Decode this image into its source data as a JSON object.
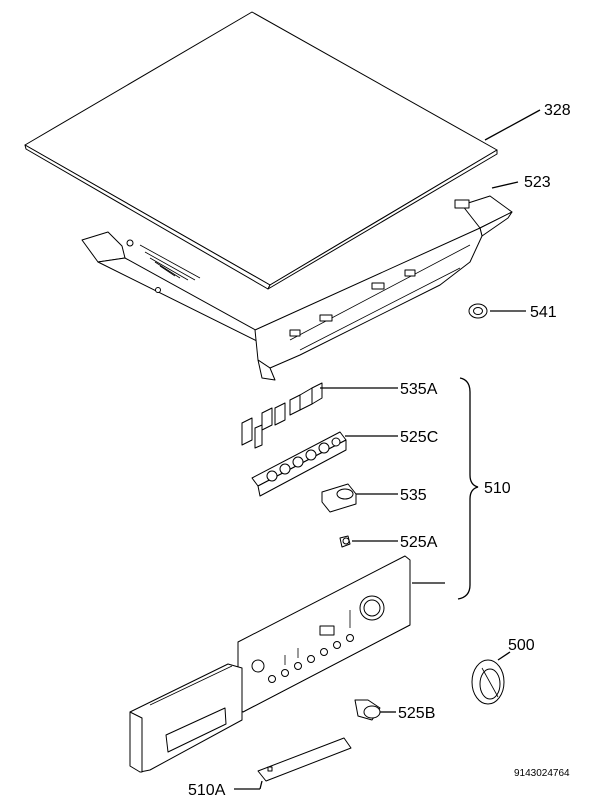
{
  "diagram": {
    "callouts": {
      "c328": "328",
      "c523": "523",
      "c541": "541",
      "c535A": "535A",
      "c525C": "525C",
      "c535": "535",
      "c525A": "525A",
      "c510": "510",
      "c500": "500",
      "c525B": "525B",
      "c510A": "510A"
    },
    "doc_number": "9143024764"
  }
}
